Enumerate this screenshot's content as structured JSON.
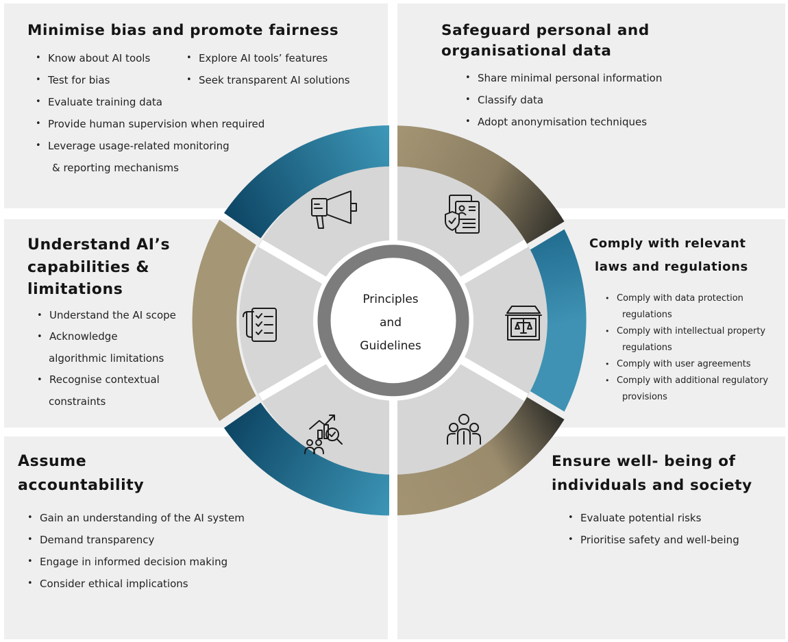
{
  "center": {
    "line1": "Principles",
    "line2": "and",
    "line3": "Guidelines"
  },
  "panels": {
    "fairness": {
      "title": "Minimise bias and promote fairness",
      "col1": [
        "Know about AI tools",
        "Test for bias",
        "Evaluate training data",
        "Provide human supervision when required",
        "Leverage usage-related monitoring"
      ],
      "col1_continuation": "& reporting mechanisms",
      "col2": [
        "Explore AI tools’ features",
        "Seek transparent AI solutions"
      ],
      "icon": "megaphone-icon"
    },
    "data": {
      "title_line1": "Safeguard personal and",
      "title_line2": "organisational data",
      "items": [
        "Share minimal personal information",
        "Classify data",
        "Adopt anonymisation techniques"
      ],
      "icon": "secure-document-icon"
    },
    "capabilities": {
      "title_line1": "Understand AI’s",
      "title_line2": "capabilities &",
      "title_line3": "limitations",
      "items": [
        "Understand the AI scope",
        "Acknowledge",
        "Recognise contextual"
      ],
      "continuations": [
        "algorithmic limitations",
        "constraints"
      ],
      "icon": "checklist-icon"
    },
    "laws": {
      "title_line1": "Comply with relevant",
      "title_line2": "laws and regulations",
      "items": [
        "Comply with data protection",
        "Comply with intellectual property",
        "Comply with user agreements",
        "Comply with additional regulatory"
      ],
      "continuations": [
        "regulations",
        "regulations",
        "provisions"
      ],
      "icon": "courthouse-scales-icon"
    },
    "accountability": {
      "title_line1": "Assume",
      "title_line2": "accountability",
      "items": [
        "Gain an understanding of the AI system",
        "Demand transparency",
        "Engage in informed decision making",
        "Consider ethical implications"
      ],
      "icon": "analytics-people-icon"
    },
    "wellbeing": {
      "title_line1": "Ensure well- being of",
      "title_line2": "individuals and society",
      "items": [
        "Evaluate potential risks",
        "Prioritise safety and well-being"
      ],
      "icon": "group-people-icon"
    }
  },
  "colors": {
    "panel_bg": "#efefef",
    "wheel_fill": "#d6d6d6",
    "blue_dark": "#0d4463",
    "blue_light": "#3c95b6",
    "tan": "#a59675",
    "tan_dark": "#34322b",
    "center_ring": "#7c7c7c"
  }
}
